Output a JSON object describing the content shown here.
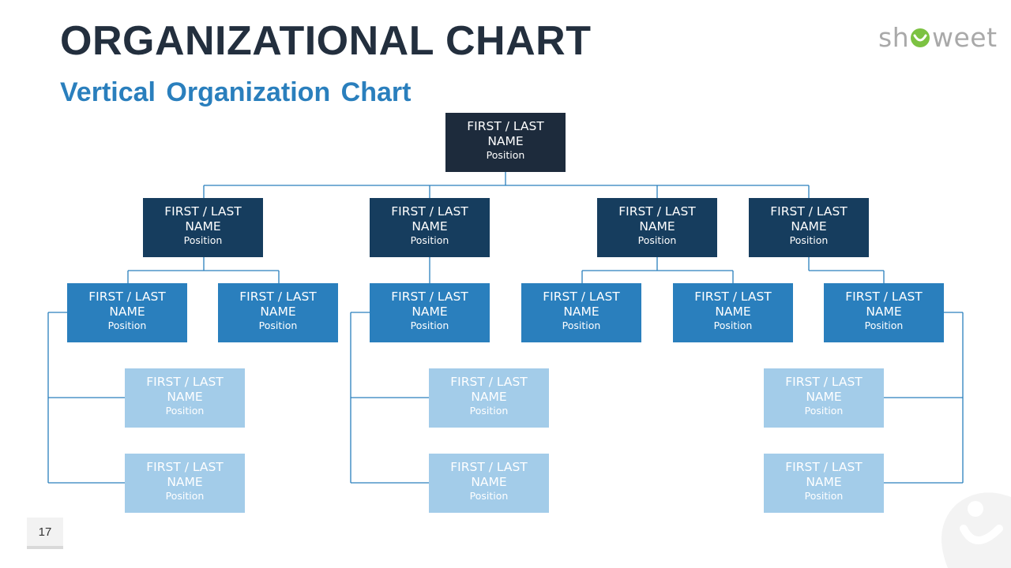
{
  "header": {
    "title": "ORGANIZATIONAL CHART",
    "subtitle": "Vertical Organization Chart"
  },
  "logo": {
    "text_before": "sh",
    "text_after": "weet",
    "accent_color": "#7cc242",
    "text_color": "#a9a9a9"
  },
  "colors": {
    "level0": "#1d2b3c",
    "level1": "#163d5e",
    "level2": "#2a7fbd",
    "level3": "#a3cce9",
    "connector": "#2a7fbd"
  },
  "org": {
    "root": {
      "name": "FIRST / LAST NAME",
      "position": "Position"
    },
    "managers": [
      {
        "name": "FIRST / LAST NAME",
        "position": "Position"
      },
      {
        "name": "FIRST / LAST NAME",
        "position": "Position"
      },
      {
        "name": "FIRST / LAST NAME",
        "position": "Position"
      },
      {
        "name": "FIRST / LAST NAME",
        "position": "Position"
      }
    ],
    "staff": [
      {
        "name": "FIRST / LAST NAME",
        "position": "Position"
      },
      {
        "name": "FIRST / LAST NAME",
        "position": "Position"
      },
      {
        "name": "FIRST / LAST NAME",
        "position": "Position"
      },
      {
        "name": "FIRST / LAST NAME",
        "position": "Position"
      },
      {
        "name": "FIRST / LAST NAME",
        "position": "Position"
      },
      {
        "name": "FIRST / LAST NAME",
        "position": "Position"
      }
    ],
    "assistants": [
      {
        "name": "FIRST / LAST NAME",
        "position": "Position"
      },
      {
        "name": "FIRST / LAST NAME",
        "position": "Position"
      },
      {
        "name": "FIRST / LAST NAME",
        "position": "Position"
      },
      {
        "name": "FIRST / LAST NAME",
        "position": "Position"
      },
      {
        "name": "FIRST / LAST NAME",
        "position": "Position"
      },
      {
        "name": "FIRST / LAST NAME",
        "position": "Position"
      }
    ]
  },
  "footer": {
    "page_number": "17"
  }
}
